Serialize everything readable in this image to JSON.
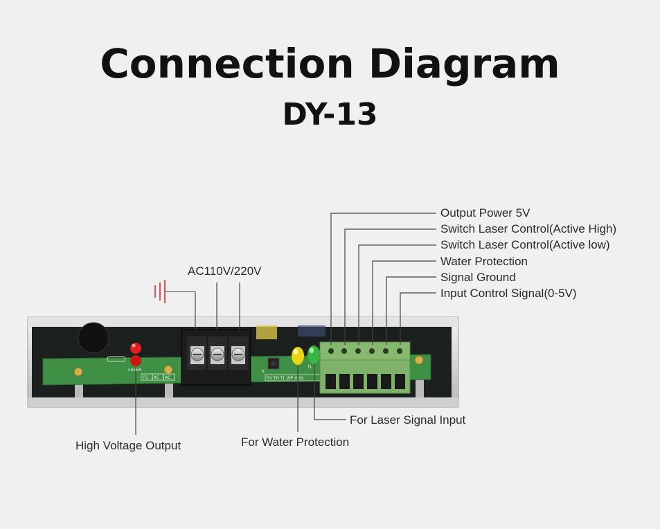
{
  "title": "Connection Diagram",
  "model": "DY-13",
  "labels": {
    "ac_input": "AC110V/220V",
    "output_power": "Output Power 5V",
    "switch_high": "Switch Laser Control(Active High)",
    "switch_low": "Switch Laser Control(Active low)",
    "water_protection": "Water Protection",
    "signal_ground": "Signal Ground",
    "input_control": "Input Control Signal(0-5V)",
    "laser_signal_input": "For Laser Signal Input",
    "for_water_protection": "For Water Protection",
    "high_voltage_output": "High Voltage Output"
  },
  "silkscreen": {
    "laser": "LASER",
    "fg": "FG",
    "ac1": "AC",
    "ac2": "AC",
    "k": "K",
    "pins": "5V TH TL WP G IN",
    "tl": "TL"
  },
  "colors": {
    "background": "#f0f0f0",
    "pcb": "#3f8f45",
    "terminal_green": "#7fb36a",
    "led_red": "#e0201e",
    "led_yellow": "#e6d617",
    "led_green": "#39b544"
  }
}
